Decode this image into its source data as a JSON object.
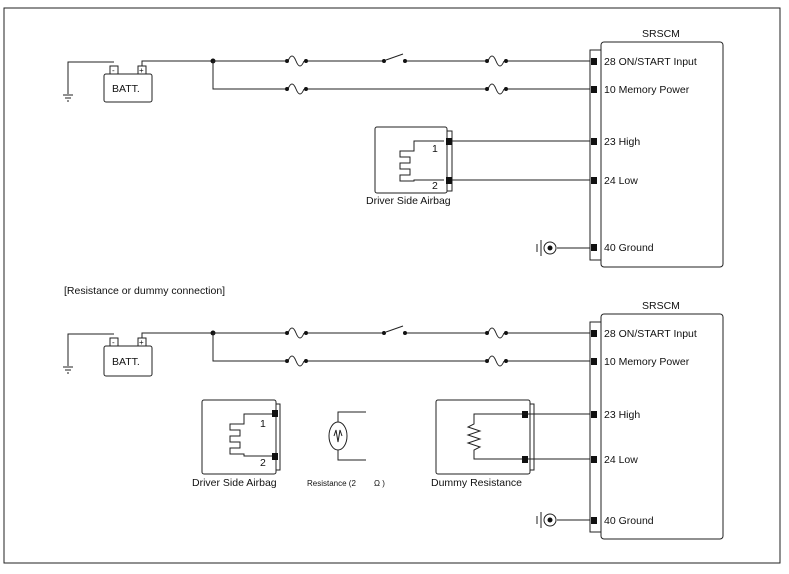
{
  "diagram_top": {
    "module": "SRSCM",
    "battery": "BATT.",
    "pins": [
      "28 ON/START Input",
      "10 Memory Power",
      "23 High",
      "24 Low",
      "40 Ground"
    ],
    "airbag": {
      "label": "Driver Side Airbag",
      "pin1": "1",
      "pin2": "2"
    }
  },
  "section_label": "[Resistance or dummy connection]",
  "diagram_bottom": {
    "module": "SRSCM",
    "battery": "BATT.",
    "pins": [
      "28 ON/START Input",
      "10 Memory Power",
      "23 High",
      "24 Low",
      "40 Ground"
    ],
    "airbag": {
      "label": "Driver Side Airbag",
      "pin1": "1",
      "pin2": "2"
    },
    "resistor_label_left": "Resistance (2",
    "resistor_label_right": "Ω )",
    "dummy_label": "Dummy Resistance"
  }
}
